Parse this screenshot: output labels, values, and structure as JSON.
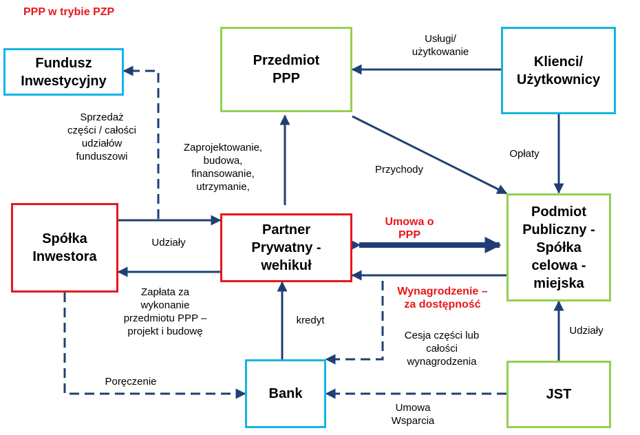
{
  "header": {
    "title": "PPP w trybie PZP"
  },
  "colors": {
    "green": "#92d050",
    "blue": "#14b4e6",
    "red": "#e8161a",
    "arrow": "#1f3f73"
  },
  "boxes": {
    "fundusz": "Fundusz\nInwestycyjny",
    "przedmiot": "Przedmiot\nPPP",
    "klienci": "Klienci/\nUżytkownicy",
    "spolka": "Spółka\nInwestora",
    "partner": "Partner\nPrywatny -\nwehikuł",
    "podmiot": "Podmiot\nPubliczny -\nSpółka\ncelowa -\nmiejska",
    "bank": "Bank",
    "jst": "JST"
  },
  "labels": {
    "uslugi": "Usługi/\nużytkowanie",
    "sprzedaz": "Sprzedaż\nczęści / całości\nudziałów\nfunduszowi",
    "zaprojektowanie": "Zaprojektowanie,\nbudowa,\nfinansowanie,\nutrzymanie,",
    "przychody": "Przychody",
    "oplaty": "Opłaty",
    "udzialy_left": "Udziały",
    "umowa_ppp": "Umowa o\nPPP",
    "zaplata": "Zapłata za\nwykonanie\nprzedmiotu PPP –\nprojekt i budowę",
    "wynagrodzenie": "Wynagrodzenie –\nza dostępność",
    "kredyt": "kredyt",
    "cesja": "Cesja części lub\ncałości\nwynagrodzenia",
    "udzialy_right": "Udziały",
    "poreczenie": "Poręczenie",
    "umowa_wsparcia": "Umowa\nWsparcia"
  }
}
